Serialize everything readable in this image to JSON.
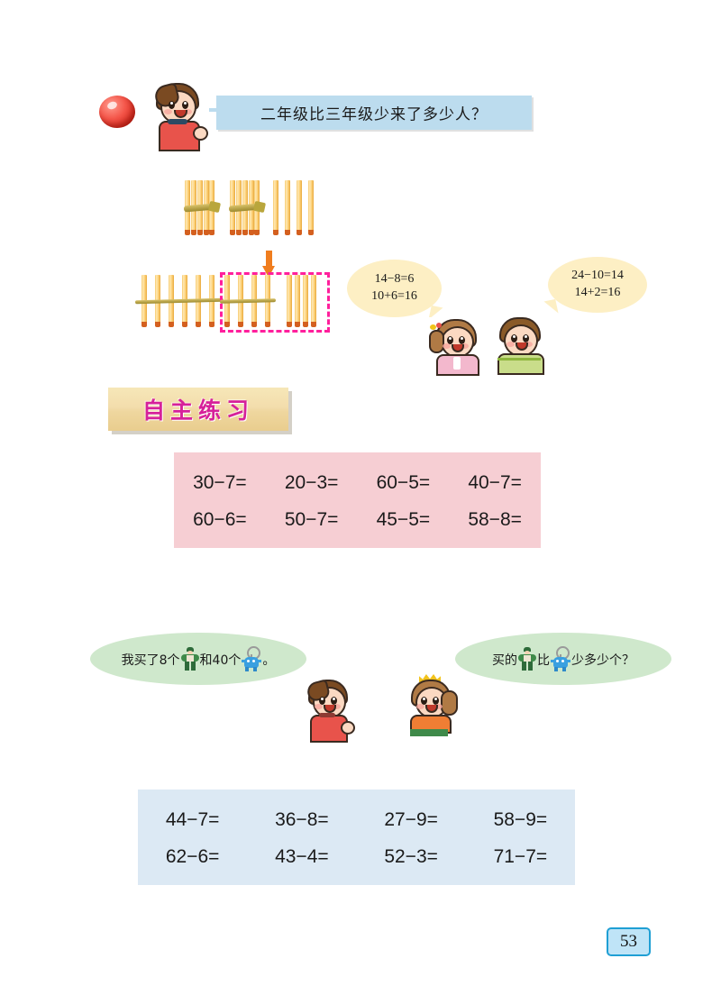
{
  "page": {
    "number": "53",
    "background": "#ffffff"
  },
  "top_section": {
    "ball_icon": "red-ball-icon",
    "character": "boy-red-shirt",
    "question": "二年级比三年级少来了多少人？"
  },
  "sticks_demo": {
    "top_row": {
      "bundles": 2,
      "sticks_per_bundle": 10,
      "loose_sticks": 4,
      "total": 24
    },
    "bottom_row": {
      "description": "untied bundle with pink dashed selection",
      "left_group_sticks": 6,
      "selected_group_sticks": 4,
      "right_group_sticks": 4,
      "arrow_icon": "orange-down-arrow-icon",
      "selection_color": "#ff1f9c"
    }
  },
  "thought_bubbles": [
    {
      "speaker": "girl-pink",
      "lines": [
        "14−8=6",
        "10+6=16"
      ],
      "color": "#fdefc4"
    },
    {
      "speaker": "boy-green",
      "lines": [
        "24−10=14",
        "14+2=16"
      ],
      "color": "#fdefc4"
    }
  ],
  "practice": {
    "heading": "自主练习",
    "heading_color": "#d6219a"
  },
  "exercise_pink": {
    "background": "#f6ced3",
    "rows": [
      [
        "30−7=",
        "20−3=",
        "60−5=",
        "40−7="
      ],
      [
        "60−6=",
        "50−7=",
        "45−5=",
        "58−8="
      ]
    ]
  },
  "word_problem": {
    "left_bubble": {
      "prefix": "我买了8个",
      "icon1": "green-soldier-toy-icon",
      "middle": "和40个",
      "icon2": "blue-keychain-icon",
      "suffix": "。",
      "speaker": "boy-red-shirt"
    },
    "right_bubble": {
      "prefix": "买的",
      "icon1": "green-soldier-toy-icon",
      "middle": "比",
      "icon2": "blue-keychain-icon",
      "suffix": "少多少个？",
      "speaker": "girl-crown-orange"
    },
    "bubble_color": "#cfe8cc"
  },
  "exercise_blue": {
    "background": "#dce9f4",
    "rows": [
      [
        "44−7=",
        "36−8=",
        "27−9=",
        "58−9="
      ],
      [
        "62−6=",
        "43−4=",
        "52−3=",
        "71−7="
      ]
    ]
  }
}
